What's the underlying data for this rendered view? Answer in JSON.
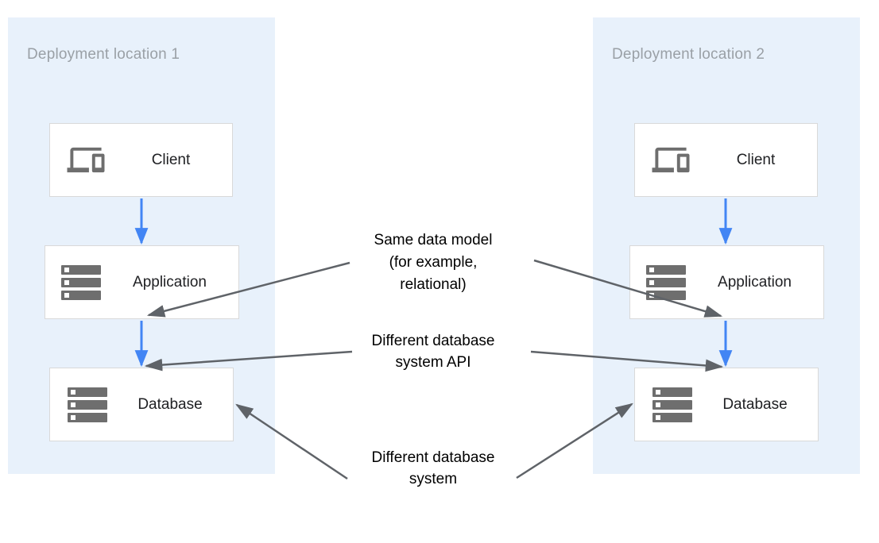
{
  "diagram": {
    "panels": [
      {
        "title": "Deployment location 1",
        "nodes": [
          {
            "label": "Client",
            "icon": "devices-icon"
          },
          {
            "label": "Application",
            "icon": "server-stack-icon"
          },
          {
            "label": "Database",
            "icon": "server-stack-icon"
          }
        ]
      },
      {
        "title": "Deployment location 2",
        "nodes": [
          {
            "label": "Client",
            "icon": "devices-icon"
          },
          {
            "label": "Application",
            "icon": "server-stack-icon"
          },
          {
            "label": "Database",
            "icon": "server-stack-icon"
          }
        ]
      }
    ],
    "annotations": [
      {
        "id": "same-data-model",
        "lines": [
          "Same data model",
          "(for example,",
          "relational)"
        ]
      },
      {
        "id": "different-database-system-api",
        "lines": [
          "Different database",
          "system API"
        ]
      },
      {
        "id": "different-database-system",
        "lines": [
          "Different database",
          "system"
        ]
      }
    ],
    "colors": {
      "panel_bg": "#e8f1fb",
      "box_border": "#d9d9d9",
      "accent_blue": "#4285f4",
      "arrow_gray": "#5f6368",
      "title_gray": "#9aa0a6",
      "icon_gray": "#6e6e6e",
      "text": "#202124"
    }
  }
}
